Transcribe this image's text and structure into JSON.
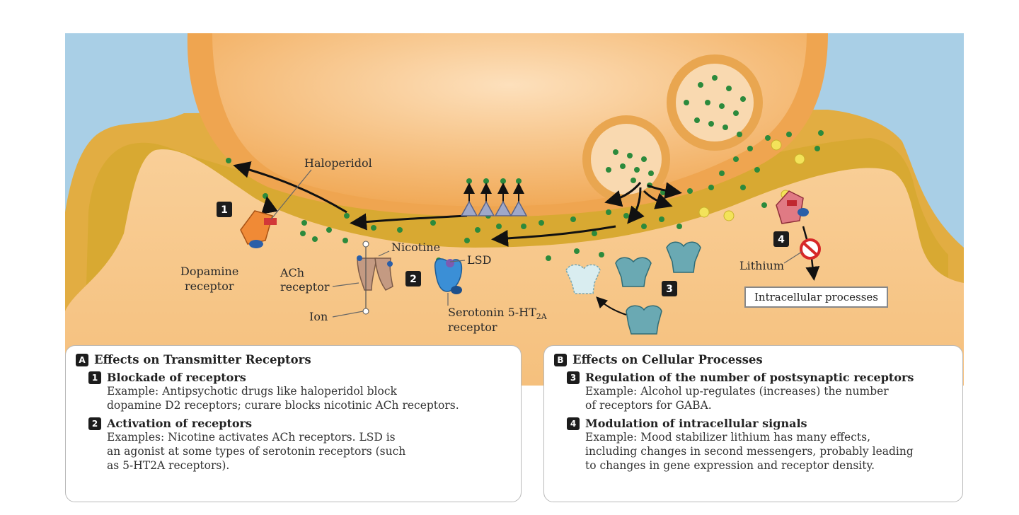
{
  "figure": {
    "labels": {
      "haloperidol": "Haloperidol",
      "dopamine_receptor": [
        "Dopamine",
        "receptor"
      ],
      "ach_receptor": [
        "ACh",
        "receptor"
      ],
      "ion": "Ion",
      "nicotine": "Nicotine",
      "lsd": "LSD",
      "serotonin_receptor": [
        "Serotonin 5-HT",
        "2A",
        "receptor"
      ],
      "lithium": "Lithium",
      "intracellular_processes": "Intracellular processes"
    },
    "markers": [
      "1",
      "2",
      "3",
      "4"
    ],
    "colors": {
      "sky": "#a9cfe6",
      "cell": "#f6c383",
      "cleft": "#d8a932",
      "vesicle_dot": "#2c8a3c",
      "lithium_dot": "#f3e35a"
    }
  },
  "panel_a": {
    "badge": "A",
    "title": "Effects on Transmitter Receptors",
    "items": [
      {
        "num": "1",
        "heading": "Blockade of receptors",
        "lines": [
          "Example: Antipsychotic drugs like haloperidol block",
          "dopamine D2 receptors; curare blocks nicotinic ACh receptors."
        ]
      },
      {
        "num": "2",
        "heading": "Activation of receptors",
        "lines": [
          "Examples: Nicotine activates ACh receptors. LSD is",
          "an agonist at some types of serotonin receptors (such",
          "as 5-HT2A receptors)."
        ]
      }
    ]
  },
  "panel_b": {
    "badge": "B",
    "title": "Effects on Cellular Processes",
    "items": [
      {
        "num": "3",
        "heading": "Regulation of the number of postsynaptic receptors",
        "lines": [
          "Example: Alcohol up-regulates (increases) the number",
          "of receptors for GABA."
        ]
      },
      {
        "num": "4",
        "heading": "Modulation of intracellular signals",
        "lines": [
          "Example: Mood stabilizer lithium has many effects,",
          "including changes in second messengers, probably leading",
          "to changes in gene expression and receptor density."
        ]
      }
    ]
  }
}
